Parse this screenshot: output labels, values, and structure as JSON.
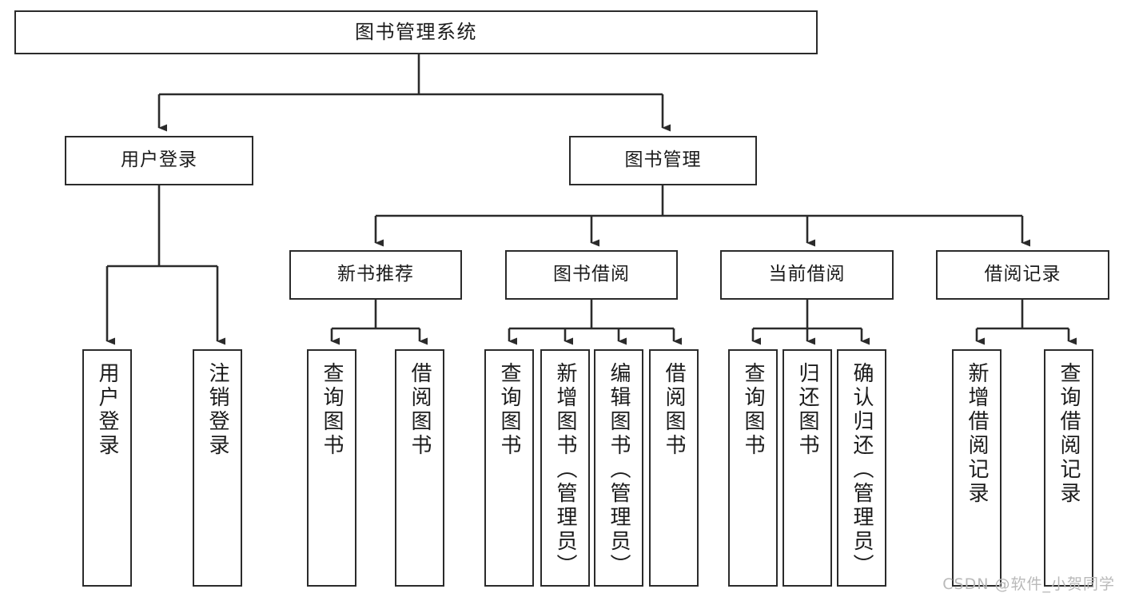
{
  "diagram": {
    "title": "图书管理系统",
    "type": "tree",
    "colors": {
      "stroke": "#2b2b2b",
      "fill": "#ffffff",
      "text": "#1b1b1b",
      "watermark": "#b9b9b9"
    },
    "root": {
      "label": "图书管理系统"
    },
    "level2": [
      {
        "id": "user-login",
        "label": "用户登录"
      },
      {
        "id": "book-management",
        "label": "图书管理"
      }
    ],
    "level3": [
      {
        "id": "new-book-recommend",
        "label": "新书推荐"
      },
      {
        "id": "book-borrow",
        "label": "图书借阅"
      },
      {
        "id": "current-borrow",
        "label": "当前借阅"
      },
      {
        "id": "borrow-record",
        "label": "借阅记录"
      }
    ],
    "leaves": {
      "user_login": [
        {
          "id": "leaf-user-login",
          "label": "用户登录"
        },
        {
          "id": "leaf-logout-login",
          "label": "注销登录"
        }
      ],
      "new_book_recommend": [
        {
          "id": "leaf-query-book-1",
          "label": "查询图书"
        },
        {
          "id": "leaf-borrow-book-1",
          "label": "借阅图书"
        }
      ],
      "book_borrow": [
        {
          "id": "leaf-query-book-2",
          "label": "查询图书"
        },
        {
          "id": "leaf-add-book",
          "label": "新增图书（管理员）"
        },
        {
          "id": "leaf-edit-book",
          "label": "编辑图书（管理员）"
        },
        {
          "id": "leaf-borrow-book-2",
          "label": "借阅图书"
        }
      ],
      "current_borrow": [
        {
          "id": "leaf-query-book-3",
          "label": "查询图书"
        },
        {
          "id": "leaf-return-book",
          "label": "归还图书"
        },
        {
          "id": "leaf-confirm-return",
          "label": "确认归还（管理员）"
        }
      ],
      "borrow_record": [
        {
          "id": "leaf-add-record",
          "label": "新增借阅记录"
        },
        {
          "id": "leaf-query-record",
          "label": "查询借阅记录"
        }
      ]
    }
  },
  "watermark": {
    "text": "CSDN @软件_小贺同学"
  }
}
